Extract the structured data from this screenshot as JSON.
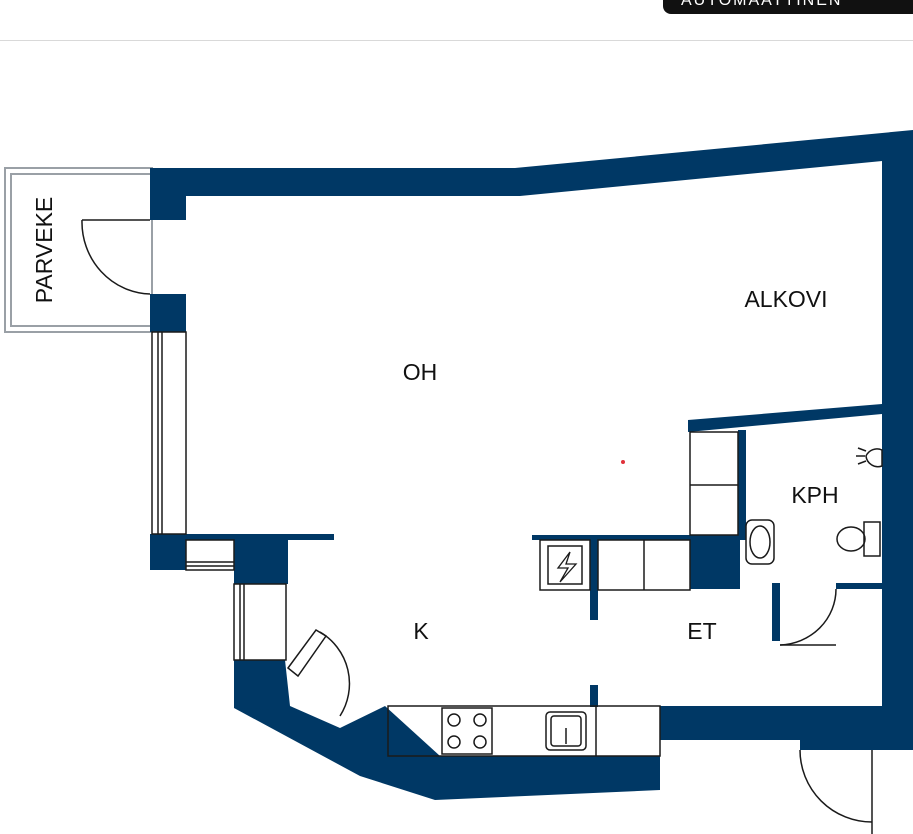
{
  "header": {
    "badge_text": "AUTOMAATTINEN"
  },
  "colors": {
    "wall": "#003865",
    "line": "#1a1a1a",
    "background": "#ffffff"
  },
  "rooms": {
    "balcony": "PARVEKE",
    "alcove": "ALKOVI",
    "living_room": "OH",
    "bathroom": "KPH",
    "kitchen": "K",
    "entrance": "ET"
  }
}
